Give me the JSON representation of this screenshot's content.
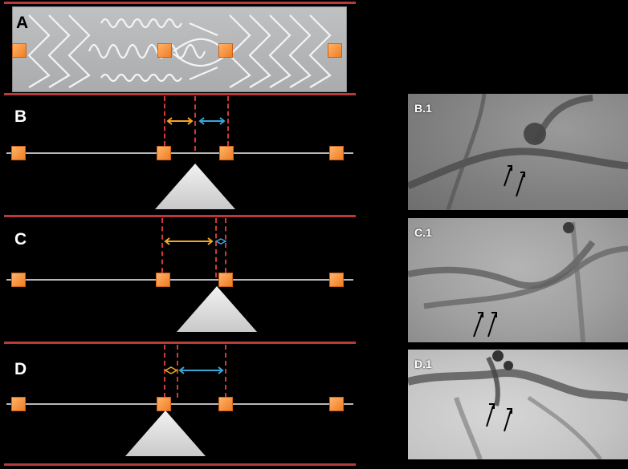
{
  "panels": {
    "A": {
      "label": "A"
    },
    "B": {
      "label": "B"
    },
    "C": {
      "label": "C"
    },
    "D": {
      "label": "D"
    }
  },
  "photos": {
    "B1": {
      "label": "B.1"
    },
    "C1": {
      "label": "C.1"
    },
    "D1": {
      "label": "D.1"
    }
  },
  "colors": {
    "separator": "#b83a3a",
    "marker": "#f07c22",
    "dashed": "#d2373b",
    "arrow_orange": "#f5a623",
    "arrow_blue": "#3aa6d8"
  }
}
